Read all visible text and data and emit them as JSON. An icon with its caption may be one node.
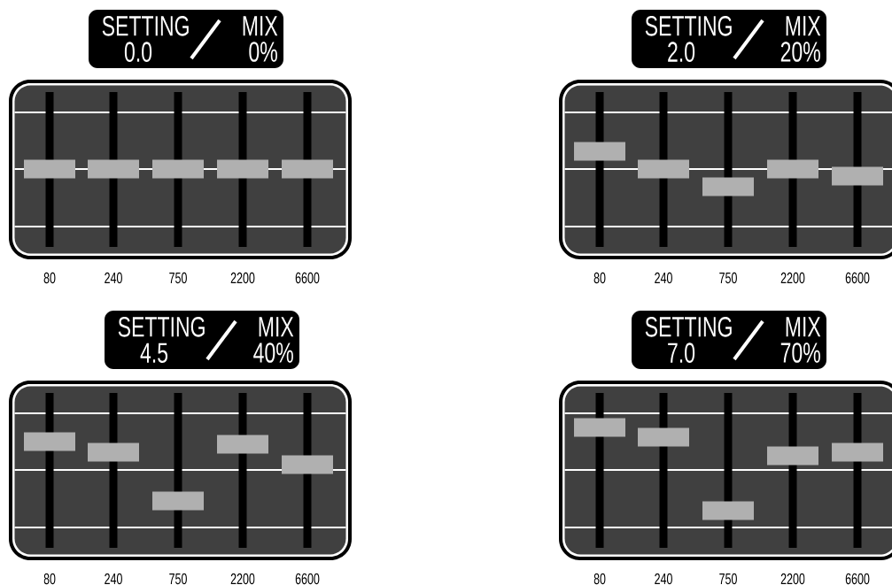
{
  "diagram": {
    "nodes": [
      {
        "text": [
          "SETTING 0.0",
          "MIX 0%"
        ]
      },
      {
        "text": [
          "SETTING 2.0",
          "MIX 20%"
        ]
      },
      {
        "text": [
          "SETTING 4.5",
          "MIX 40%"
        ]
      },
      {
        "text": [
          "SETTING 7.0",
          "MIX 70%"
        ]
      }
    ],
    "labels": [
      "80",
      "240",
      "750",
      "2200",
      "6600",
      "80",
      "240",
      "750",
      "2200",
      "6600",
      "80",
      "240",
      "750",
      "2200",
      "6600",
      "80",
      "240",
      "750",
      "2200",
      "6600"
    ]
  }
}
